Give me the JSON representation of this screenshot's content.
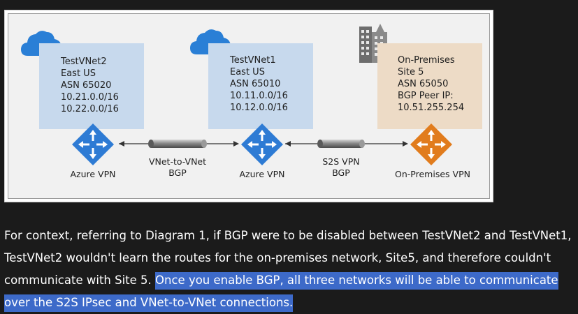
{
  "diagram": {
    "vnet2": {
      "name": "TestVNet2",
      "region": "East US",
      "asn": "ASN 65020",
      "prefix1": "10.21.0.0/16",
      "prefix2": "10.22.0.0/16"
    },
    "vnet1": {
      "name": "TestVNet1",
      "region": "East US",
      "asn": "ASN 65010",
      "prefix1": "10.11.0.0/16",
      "prefix2": "10.12.0.0/16"
    },
    "onprem": {
      "name": "On-Premises",
      "site": "Site 5",
      "asn": "ASN 65050",
      "peer_label": "BGP Peer IP:",
      "peer_ip": "10.51.255.254"
    },
    "gateway_left": "Azure VPN",
    "gateway_mid": "Azure VPN",
    "gateway_right": "On-Premises VPN",
    "link1_line1": "VNet-to-VNet",
    "link1_line2": "BGP",
    "link2_line1": "S2S VPN",
    "link2_line2": "BGP",
    "colors": {
      "azure_box": "#c7d9ed",
      "onprem_box": "#eddbc6",
      "azure_gateway": "#2e7bd4",
      "onprem_gateway": "#e17c1d",
      "highlight": "#3d6ac9"
    }
  },
  "paragraph": {
    "plain": "For context, referring to Diagram 1, if BGP were to be disabled between TestVNet2 and TestVNet1, TestVNet2 wouldn't learn the routes for the on-premises network, Site5, and therefore couldn't communicate with Site 5. ",
    "highlighted": "Once you enable BGP, all three networks will be able to communicate over the S2S IPsec and VNet-to-VNet connections."
  }
}
